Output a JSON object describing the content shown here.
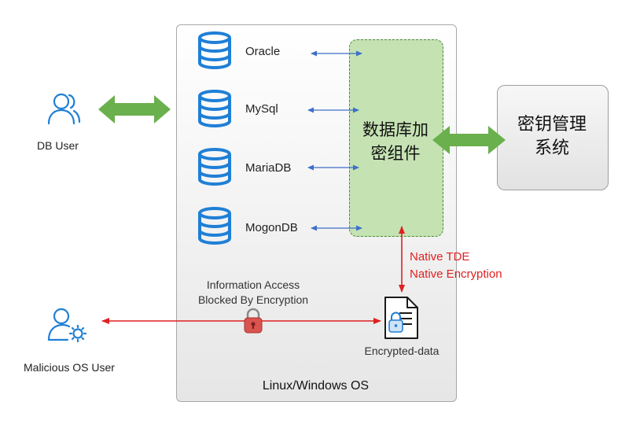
{
  "actors": {
    "db_user": "DB User",
    "malicious_user": "Malicious OS User"
  },
  "databases": [
    {
      "name": "Oracle"
    },
    {
      "name": "MySql"
    },
    {
      "name": "MariaDB"
    },
    {
      "name": "MogonDB"
    }
  ],
  "encryption_component": {
    "line1": "数据库加",
    "line2": "密组件"
  },
  "key_management": {
    "line1": "密钥管理",
    "line2": "系统"
  },
  "native": {
    "line1": "Native TDE",
    "line2": "Native Encryption"
  },
  "blocked": {
    "line1": "Information Access",
    "line2": "Blocked By Encryption"
  },
  "encrypted_data": "Encrypted-data",
  "os_label": "Linux/Windows OS",
  "icons": {
    "db_user": "user-icon",
    "malicious_user": "user-gear-icon",
    "database": "database-icon",
    "lock": "lock-icon",
    "encrypted_file": "encrypted-file-icon"
  },
  "colors": {
    "db_icon": "#1f7fd6",
    "green_arrow": "#6ab04c",
    "blue_arrow": "#3f6fc8",
    "red_arrow": "#e02020",
    "enc_fill": "#c5e2b3"
  }
}
